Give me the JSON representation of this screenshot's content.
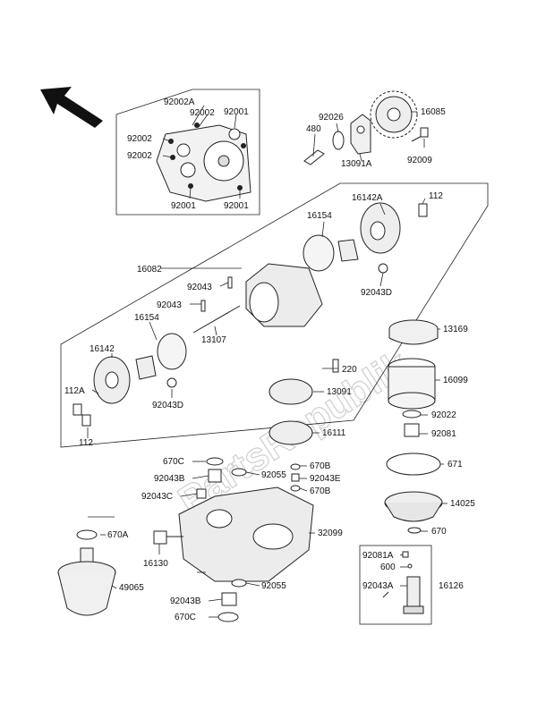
{
  "watermark": "PartsRepublik",
  "labels": {
    "p92002a": "92002A",
    "p92002_a": "92002",
    "p92001_a": "92001",
    "p92002_b": "92002",
    "p92002_c": "92002",
    "p92001_b": "92001",
    "p92001_c": "92001",
    "p92026": "92026",
    "p480": "480",
    "p16085": "16085",
    "p13091a": "13091A",
    "p92009": "92009",
    "p16142a": "16142A",
    "p112_a": "112",
    "p16154_a": "16154",
    "p16082": "16082",
    "p92043_a": "92043",
    "p92043_b": "92043",
    "p92043d_a": "92043D",
    "p16154_b": "16154",
    "p13107": "13107",
    "p13169": "13169",
    "p16142": "16142",
    "p220": "220",
    "p16099": "16099",
    "p112a": "112A",
    "p92043d_b": "92043D",
    "p13091": "13091",
    "p92022": "92022",
    "p112_b": "112",
    "p16111": "16111",
    "p92081": "92081",
    "p670c_a": "670C",
    "p92043b_a": "92043B",
    "p92055_a": "92055",
    "p670b_a": "670B",
    "p671": "671",
    "p92043e": "92043E",
    "p92043c": "92043C",
    "p670b_b": "670B",
    "p14025": "14025",
    "p670a": "670A",
    "p32099": "32099",
    "p670": "670",
    "p16130": "16130",
    "p92081a": "92081A",
    "p600": "600",
    "p92043a": "92043A",
    "p16126": "16126",
    "p49065": "49065",
    "p92055_b": "92055",
    "p92043b_b": "92043B",
    "p670c_b": "670C"
  }
}
